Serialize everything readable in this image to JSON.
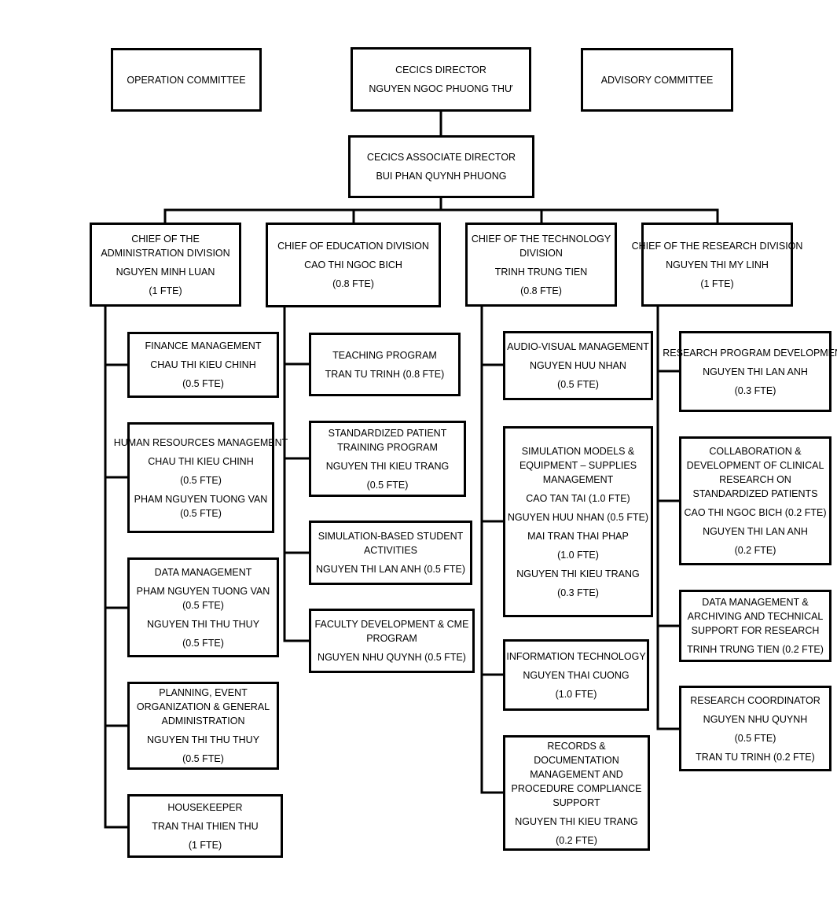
{
  "colors": {
    "line": "#000000",
    "background": "#ffffff"
  },
  "nodes": {
    "operation": {
      "lines": [
        "OPERATION COMMITTEE"
      ]
    },
    "director": {
      "lines": [
        "CECICS DIRECTOR",
        "NGUYEN NGOC PHUONG THƯ"
      ]
    },
    "advisory": {
      "lines": [
        "ADVISORY COMMITTEE"
      ]
    },
    "associate": {
      "lines": [
        "CECICS ASSOCIATE DIRECTOR",
        "BUI PHAN QUYNH PHUONG"
      ]
    },
    "chief_admin": {
      "lines": [
        "CHIEF OF THE ADMINISTRATION DIVISION",
        "NGUYEN MINH LUAN",
        "(1 FTE)"
      ]
    },
    "chief_edu": {
      "lines": [
        "CHIEF OF EDUCATION DIVISION",
        "CAO THI NGOC BICH",
        "(0.8 FTE)"
      ]
    },
    "chief_tech": {
      "lines": [
        "CHIEF OF THE TECHNOLOGY DIVISION",
        "TRINH TRUNG TIEN",
        "(0.8 FTE)"
      ]
    },
    "chief_res": {
      "lines": [
        "CHIEF OF THE RESEARCH DIVISION",
        "NGUYEN THI MY LINH",
        "(1 FTE)"
      ]
    },
    "finance": {
      "lines": [
        "FINANCE MANAGEMENT",
        "CHAU THI KIEU CHINH",
        "(0.5 FTE)"
      ]
    },
    "hr": {
      "lines": [
        "HUMAN RESOURCES MANAGEMENT",
        "CHAU THI KIEU CHINH",
        "(0.5 FTE)",
        "PHAM NGUYEN TUONG VAN (0.5 FTE)"
      ]
    },
    "data_mgmt": {
      "lines": [
        "DATA MANAGEMENT",
        "PHAM NGUYEN TUONG VAN (0.5 FTE)",
        "NGUYEN THI THU THUY",
        "(0.5 FTE)"
      ]
    },
    "planning": {
      "lines": [
        "PLANNING, EVENT ORGANIZATION & GENERAL ADMINISTRATION",
        "NGUYEN THI THU THUY",
        "(0.5 FTE)"
      ]
    },
    "housekeeper": {
      "lines": [
        "HOUSEKEEPER",
        "TRAN THAI THIEN THU",
        "(1 FTE)"
      ]
    },
    "teaching": {
      "lines": [
        "TEACHING PROGRAM",
        "TRAN TU TRINH (0.8 FTE)"
      ]
    },
    "sp_training": {
      "lines": [
        "STANDARDIZED PATIENT TRAINING PROGRAM",
        "NGUYEN THI KIEU TRANG",
        "(0.5 FTE)"
      ]
    },
    "sim_student": {
      "lines": [
        "SIMULATION-BASED STUDENT ACTIVITIES",
        "NGUYEN THI LAN ANH (0.5 FTE)"
      ]
    },
    "faculty": {
      "lines": [
        "FACULTY DEVELOPMENT & CME PROGRAM",
        "NGUYEN NHU QUYNH (0.5 FTE)"
      ]
    },
    "av_mgmt": {
      "lines": [
        "AUDIO-VISUAL MANAGEMENT",
        "NGUYEN HUU NHAN",
        "(0.5 FTE)"
      ]
    },
    "sim_models": {
      "lines": [
        "SIMULATION MODELS & EQUIPMENT – SUPPLIES MANAGEMENT",
        "CAO TAN TAI (1.0 FTE)",
        "NGUYEN HUU NHAN (0.5 FTE)",
        "MAI TRAN THAI PHAP",
        "(1.0 FTE)",
        "NGUYEN THI KIEU TRANG",
        "(0.3 FTE)"
      ]
    },
    "it": {
      "lines": [
        "INFORMATION TECHNOLOGY",
        "NGUYEN THAI CUONG",
        "(1.0 FTE)"
      ]
    },
    "records": {
      "lines": [
        "RECORDS & DOCUMENTATION MANAGEMENT AND PROCEDURE COMPLIANCE SUPPORT",
        "NGUYEN THI KIEU TRANG",
        "(0.2 FTE)"
      ]
    },
    "res_program": {
      "lines": [
        "RESEARCH PROGRAM DEVELOPMENT",
        "NGUYEN THI LAN ANH",
        "(0.3 FTE)"
      ]
    },
    "collab": {
      "lines": [
        "COLLABORATION & DEVELOPMENT OF CLINICAL RESEARCH ON STANDARDIZED PATIENTS",
        "CAO THI NGOC BICH (0.2 FTE)",
        "NGUYEN THI LAN ANH",
        "(0.2 FTE)"
      ]
    },
    "data_archive": {
      "lines": [
        "DATA MANAGEMENT & ARCHIVING AND TECHNICAL SUPPORT FOR RESEARCH",
        "TRINH TRUNG TIEN (0.2 FTE)"
      ]
    },
    "res_coord": {
      "lines": [
        "RESEARCH COORDINATOR",
        "NGUYEN NHU QUYNH",
        "(0.5 FTE)",
        "TRAN TU TRINH (0.2 FTE)"
      ]
    }
  }
}
